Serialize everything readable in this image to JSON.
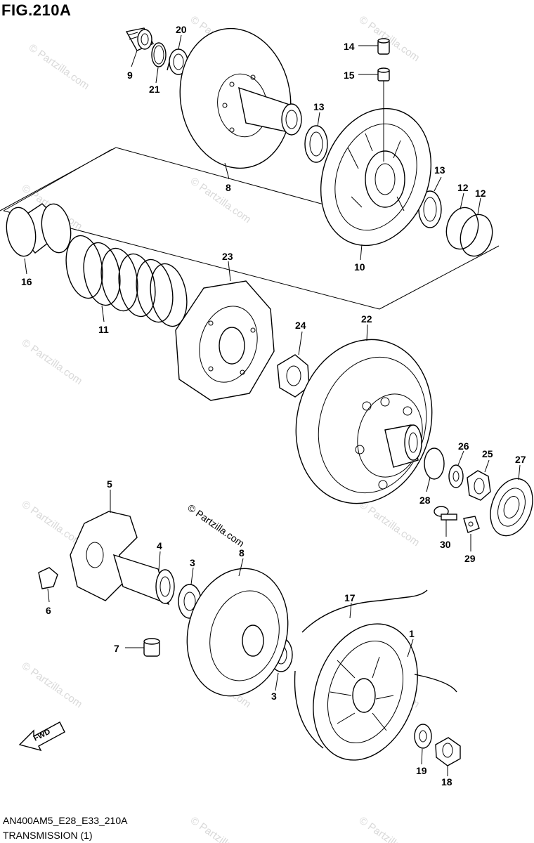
{
  "diagram": {
    "figure_label": "FIG.210A",
    "model_code": "AN400AM5_E28_E33_210A",
    "caption": "TRANSMISSION (1)",
    "watermark": "© Partzilla.com",
    "center_watermark": "© Partzilla.com",
    "fwd_label": "FWD",
    "callouts": [
      {
        "id": "c1",
        "text": "1"
      },
      {
        "id": "c3a",
        "text": "3"
      },
      {
        "id": "c3b",
        "text": "3"
      },
      {
        "id": "c4",
        "text": "4"
      },
      {
        "id": "c5",
        "text": "5"
      },
      {
        "id": "c6",
        "text": "6"
      },
      {
        "id": "c7",
        "text": "7"
      },
      {
        "id": "c8a",
        "text": "8"
      },
      {
        "id": "c8b",
        "text": "8"
      },
      {
        "id": "c9",
        "text": "9"
      },
      {
        "id": "c10",
        "text": "10"
      },
      {
        "id": "c11",
        "text": "11"
      },
      {
        "id": "c12a",
        "text": "12"
      },
      {
        "id": "c12b",
        "text": "12"
      },
      {
        "id": "c13a",
        "text": "13"
      },
      {
        "id": "c13b",
        "text": "13"
      },
      {
        "id": "c14",
        "text": "14"
      },
      {
        "id": "c15",
        "text": "15"
      },
      {
        "id": "c16",
        "text": "16"
      },
      {
        "id": "c17",
        "text": "17"
      },
      {
        "id": "c18",
        "text": "18"
      },
      {
        "id": "c19",
        "text": "19"
      },
      {
        "id": "c20",
        "text": "20"
      },
      {
        "id": "c21",
        "text": "21"
      },
      {
        "id": "c22",
        "text": "22"
      },
      {
        "id": "c23",
        "text": "23"
      },
      {
        "id": "c24",
        "text": "24"
      },
      {
        "id": "c25",
        "text": "25"
      },
      {
        "id": "c26",
        "text": "26"
      },
      {
        "id": "c27",
        "text": "27"
      },
      {
        "id": "c28",
        "text": "28"
      },
      {
        "id": "c29",
        "text": "29"
      },
      {
        "id": "c30",
        "text": "30"
      }
    ]
  }
}
